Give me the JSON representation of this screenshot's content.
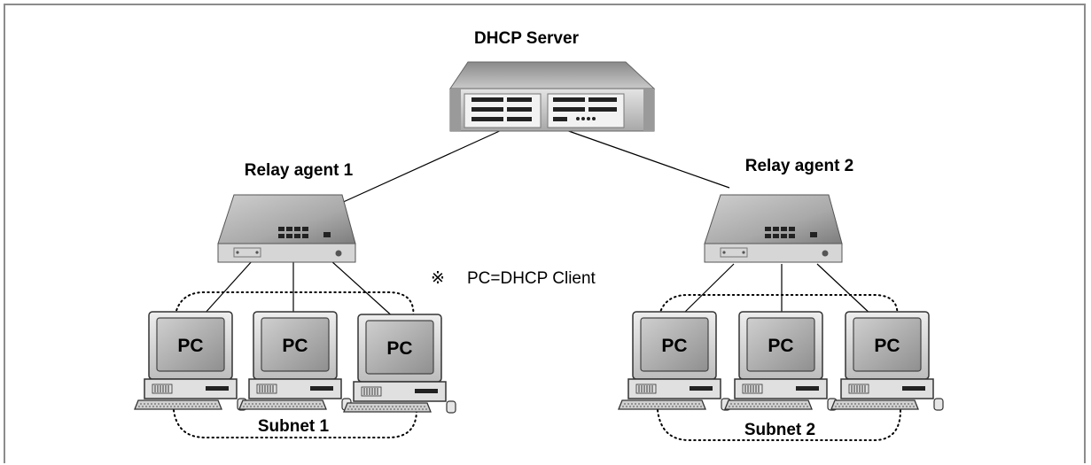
{
  "diagram": {
    "server": {
      "label": "DHCP Server"
    },
    "relays": [
      {
        "label": "Relay agent 1"
      },
      {
        "label": "Relay agent 2"
      }
    ],
    "note": {
      "symbol": "※",
      "text": "PC=DHCP Client"
    },
    "subnets": [
      {
        "label": "Subnet 1",
        "pcs": [
          {
            "label": "PC"
          },
          {
            "label": "PC"
          },
          {
            "label": "PC"
          }
        ]
      },
      {
        "label": "Subnet 2",
        "pcs": [
          {
            "label": "PC"
          },
          {
            "label": "PC"
          },
          {
            "label": "PC"
          }
        ]
      }
    ]
  }
}
